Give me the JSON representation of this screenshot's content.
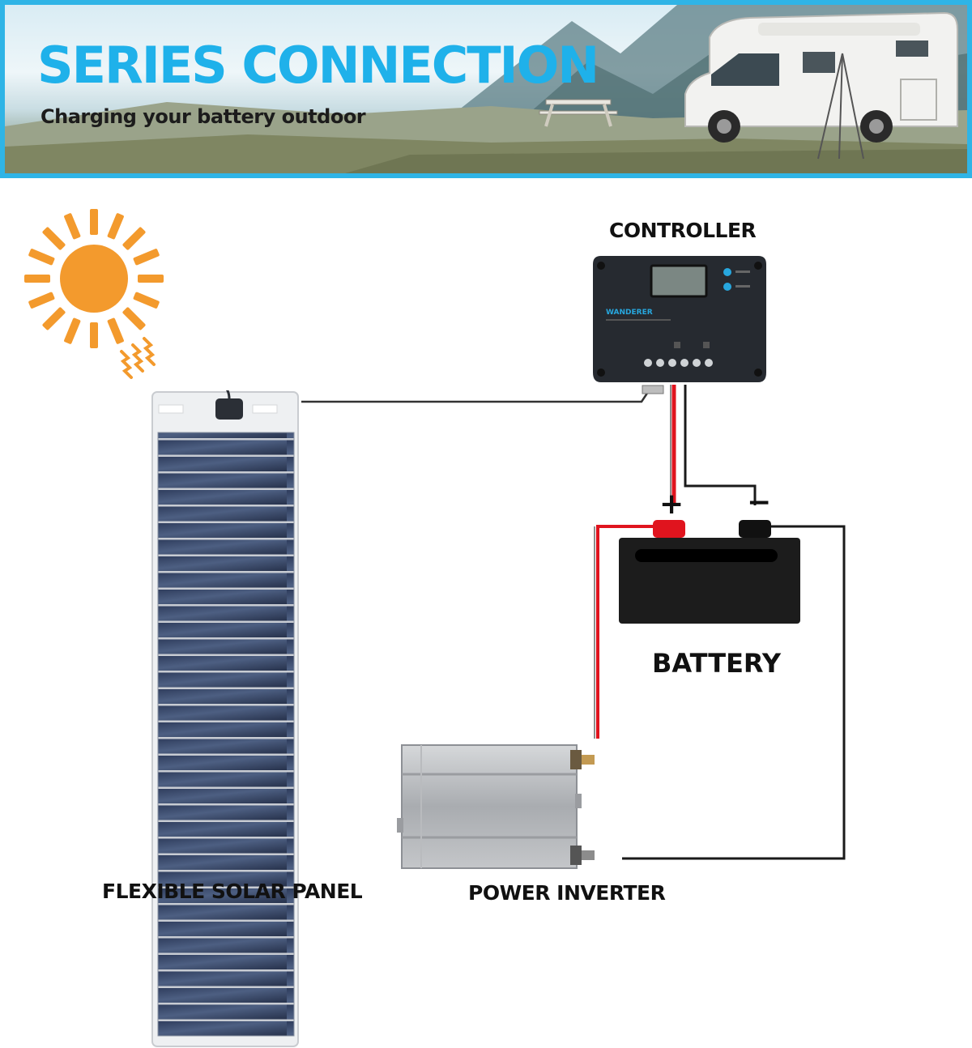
{
  "banner": {
    "title": "SERIES CONNECTION",
    "subtitle": "Charging your battery outdoor"
  },
  "components": {
    "controller": "CONTROLLER",
    "battery": "BATTERY",
    "panel": "FLEXIBLE SOLAR PANEL",
    "inverter": "POWER INVERTER"
  },
  "controller_device": {
    "brand": "WANDERER"
  },
  "terminals": {
    "positive": "+",
    "negative": "−"
  },
  "colors": {
    "accent": "#1fb1ea",
    "positive_wire": "#e0141e",
    "negative_wire": "#1a1a1a",
    "sun": "#f39a2d"
  },
  "icons": [
    "sun-icon",
    "solar-panel-icon",
    "charge-controller-icon",
    "battery-icon",
    "inverter-icon",
    "rv-camper-icon"
  ]
}
